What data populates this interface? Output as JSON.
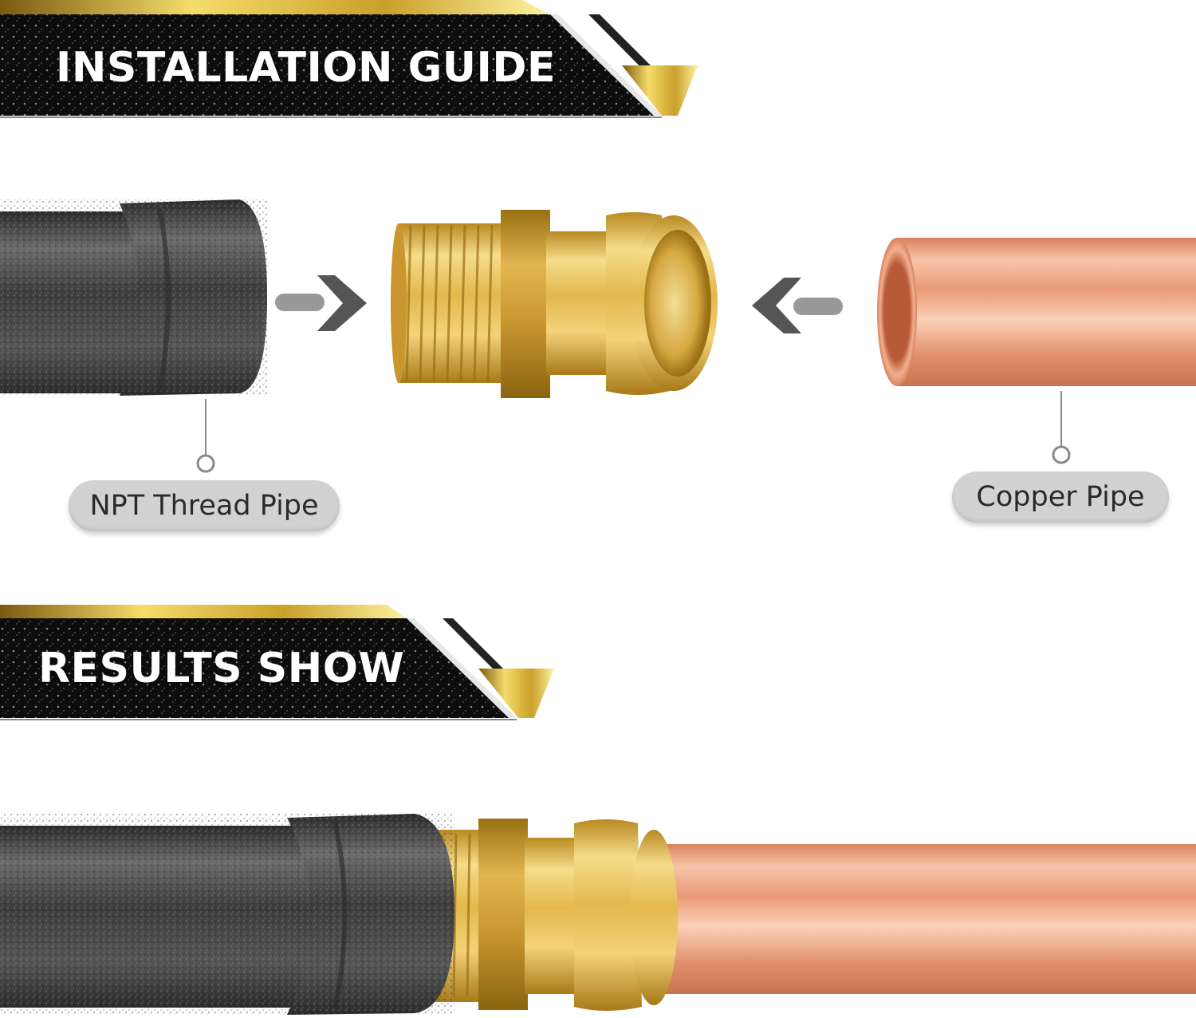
{
  "sections": {
    "installation_title": "INSTALLATION GUIDE",
    "results_title": "RESULTS SHOW"
  },
  "labels": {
    "npt_pipe": "NPT Thread Pipe",
    "copper_pipe": "Copper Pipe"
  },
  "icons": {
    "arrow_right": "arrow-right-icon",
    "arrow_left": "arrow-left-icon"
  },
  "colors": {
    "banner_black": "#0d0d0d",
    "banner_gold": "#d9b52c",
    "brass": "#e2b84a",
    "copper": "#e9a07d",
    "iron_pipe": "#4a4a4a",
    "arrow_gray": "#6e6e6e",
    "pill_bg": "#d2d2d2"
  }
}
